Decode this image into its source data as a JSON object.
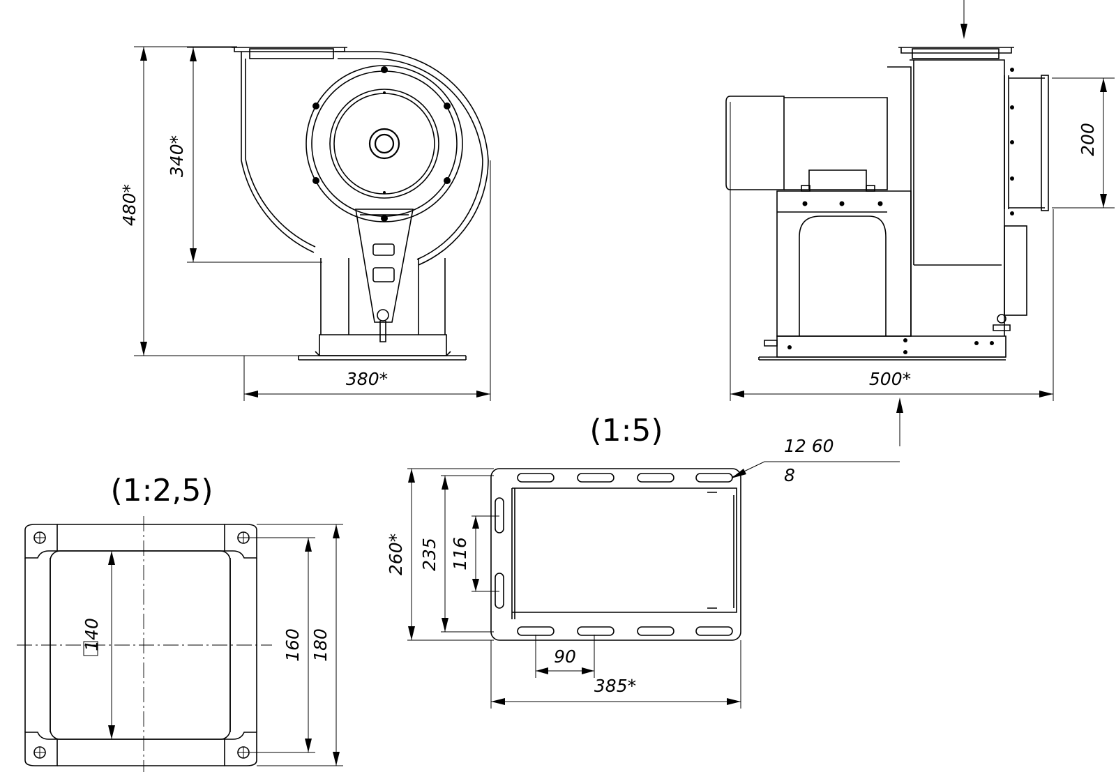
{
  "front_view": {
    "height_overall": "480*",
    "outlet_height": "340*",
    "width_overall": "380*"
  },
  "side_view": {
    "length_overall": "500*",
    "inlet_diameter": "200"
  },
  "base_view": {
    "scale": "(1:5)",
    "slot_note_top": "12  60",
    "slot_note_bottom": "8",
    "width_outer": "260*",
    "width_inner": "235",
    "slot_spacing_vertical": "116",
    "slot_pitch": "90",
    "length_overall": "385*"
  },
  "flange_view": {
    "scale": "(1:2,5)",
    "opening_size": "140",
    "hole_spacing": "160",
    "flange_size": "180"
  }
}
